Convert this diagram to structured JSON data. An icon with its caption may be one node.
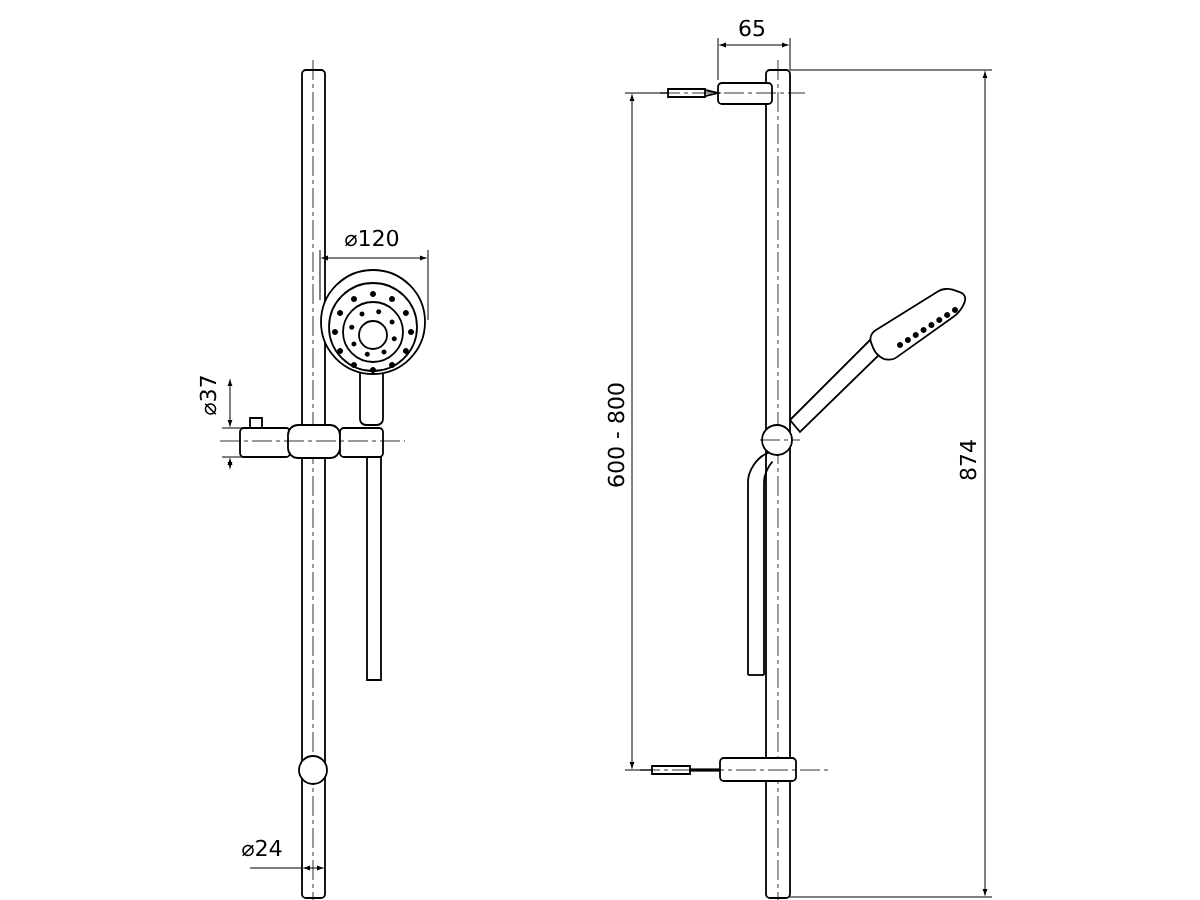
{
  "diagram": {
    "labels": [
      "65",
      "⌀120",
      "⌀37",
      "600 - 800",
      "874",
      "⌀24"
    ]
  }
}
